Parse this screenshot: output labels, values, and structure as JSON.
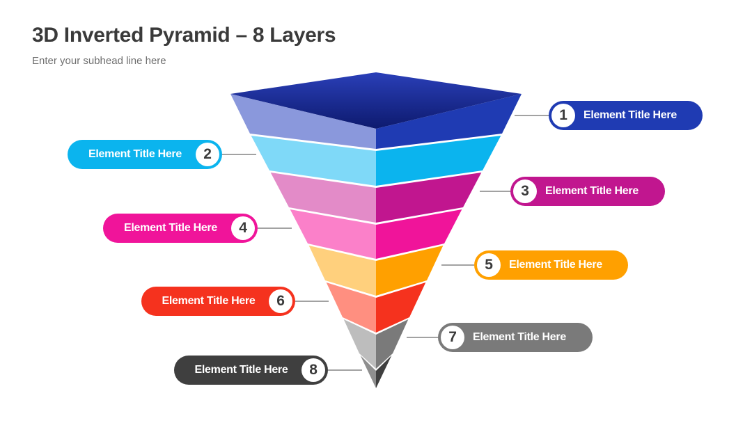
{
  "title": "3D Inverted Pyramid – 8 Layers",
  "subtitle": "Enter your subhead line here",
  "layers": [
    {
      "number": "1",
      "label": "Element Title Here",
      "color": "#1f3bb3",
      "light": "#8a98dc",
      "side": "right"
    },
    {
      "number": "2",
      "label": "Element Title Here",
      "color": "#0bb4ee",
      "light": "#7fd9f8",
      "side": "left"
    },
    {
      "number": "3",
      "label": "Element Title Here",
      "color": "#c1168f",
      "light": "#e38bc8",
      "side": "right"
    },
    {
      "number": "4",
      "label": "Element Title Here",
      "color": "#f0149a",
      "light": "#fb80c9",
      "side": "left"
    },
    {
      "number": "5",
      "label": "Element Title Here",
      "color": "#ffa000",
      "light": "#ffd07d",
      "side": "right"
    },
    {
      "number": "6",
      "label": "Element Title Here",
      "color": "#f5321e",
      "light": "#ff8f80",
      "side": "left"
    },
    {
      "number": "7",
      "label": "Element Title Here",
      "color": "#7a7a7a",
      "light": "#bdbdbd",
      "side": "right"
    },
    {
      "number": "8",
      "label": "Element Title Here",
      "color": "#3f3f3f",
      "light": "#8e8e8e",
      "side": "left"
    }
  ]
}
